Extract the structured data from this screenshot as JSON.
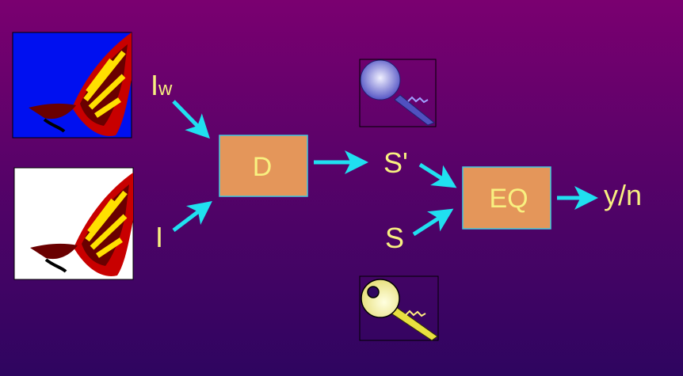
{
  "diagram": {
    "inputs": {
      "watermarked_label_main": "I",
      "watermarked_label_sub": "W",
      "original_label": "I"
    },
    "detector_label": "D",
    "extracted_signature_label": "S'",
    "signature_label": "S",
    "comparator_label": "EQ",
    "output_label": "y/n"
  },
  "colors": {
    "background_top": "#7a0070",
    "background_bottom": "#2e0560",
    "box_fill": "#e4965a",
    "box_border": "#40c8e0",
    "arrow": "#20e0f0",
    "text": "#f8f080"
  }
}
